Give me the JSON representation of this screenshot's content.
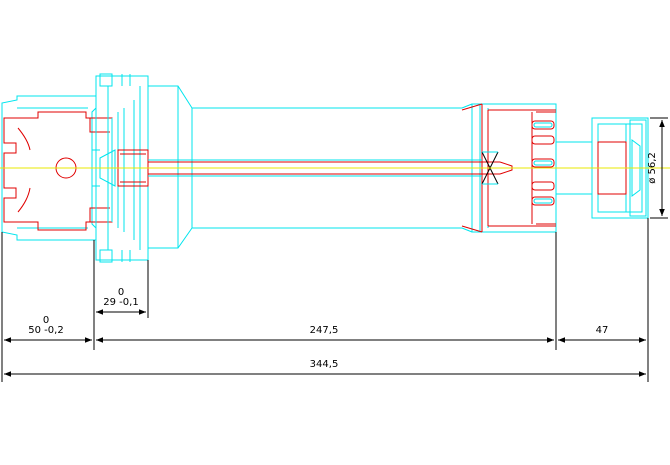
{
  "drawing": {
    "colors": {
      "outline": "#00e5ee",
      "section": "#e00000",
      "centerline": "#e8e800",
      "dimension": "#000000",
      "background": "#ffffff"
    },
    "dimensions": {
      "hsk_length": "50 -0,2",
      "hsk_length_upper": "0",
      "flange_length": "29 -0,1",
      "flange_length_upper": "0",
      "body_length": "247,5",
      "nut_length": "47",
      "total_length": "344,5",
      "nut_diameter": "ø 56,2"
    }
  }
}
